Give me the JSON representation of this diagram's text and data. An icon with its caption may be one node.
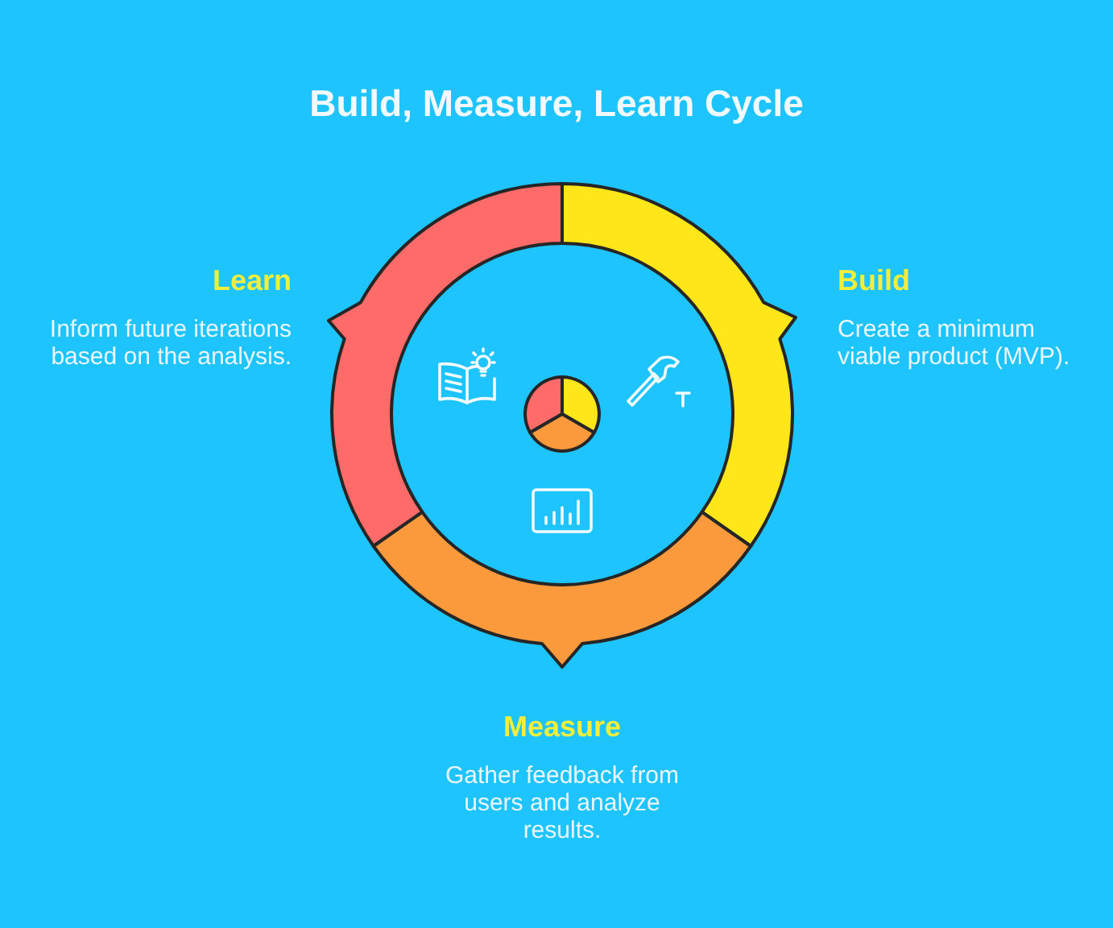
{
  "diagram": {
    "title": "Build, Measure, Learn Cycle",
    "nodes": [
      {
        "text": [
          "Learn",
          "Inform future iterations based on the analysis."
        ]
      },
      {
        "text": [
          "Build",
          "Create a minimum viable product (MVP)."
        ]
      },
      {
        "text": [
          "Measure",
          "Gather feedback from users and analyze results."
        ]
      }
    ]
  }
}
